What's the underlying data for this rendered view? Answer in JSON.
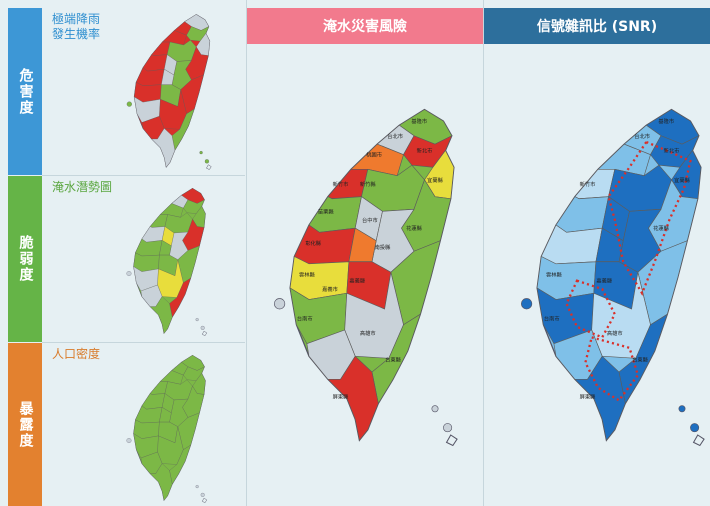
{
  "rows": [
    {
      "band_label": "危害度",
      "band_color": "#3d97d6",
      "panel_label_lines": [
        "極端降雨",
        "發生機率"
      ],
      "label_color": "#2f8fd0"
    },
    {
      "band_label": "脆弱度",
      "band_color": "#65b447",
      "panel_label_lines": [
        "淹水潛勢圖"
      ],
      "label_color": "#5aa63f"
    },
    {
      "band_label": "暴露度",
      "band_color": "#e3812f",
      "panel_label_lines": [
        "人口密度"
      ],
      "label_color": "#d97b2a"
    }
  ],
  "columns": {
    "risk": {
      "title": "淹水災害風險",
      "header_color": "#f27a8d"
    },
    "snr": {
      "title": "信號雜訊比 (SNR)",
      "header_color": "#2d6f9c"
    }
  },
  "map_colors": {
    "red": "#d9302a",
    "orange": "#ef7a2e",
    "yellow": "#e8dd3c",
    "green": "#7cb846",
    "gray": "#c9d2d9",
    "blue_dark": "#1e6fc0",
    "blue_light": "#7fc0e8",
    "blue_pale": "#b9dcf2"
  },
  "risk_map_labels": [
    "基隆市",
    "台北市",
    "新北市",
    "桃園市",
    "新竹縣",
    "新竹市",
    "宜蘭縣",
    "苗栗縣",
    "台中市",
    "彰化縣",
    "南投縣",
    "花蓮縣",
    "雲林縣",
    "嘉義縣",
    "嘉義市",
    "台南市",
    "高雄市",
    "台東縣",
    "屏東縣"
  ],
  "snr_map_labels": [
    "基隆市",
    "台北市",
    "新北市",
    "新竹市",
    "宜蘭縣",
    "雲林縣",
    "嘉義縣",
    "花蓮縣",
    "台南市",
    "高雄市",
    "台東縣",
    "屏東縣"
  ]
}
